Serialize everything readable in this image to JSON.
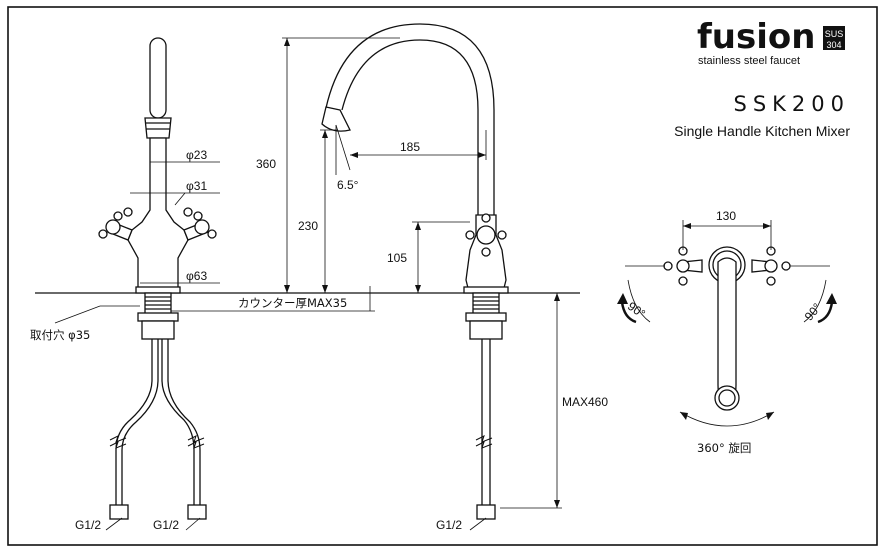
{
  "brand": {
    "name": "fusion",
    "badge_top": "SUS",
    "badge_bottom": "304",
    "tagline": "stainless steel faucet"
  },
  "model": {
    "code": "SSK200",
    "description": "Single Handle Kitchen Mixer"
  },
  "dimensions": {
    "spout_reach": "185",
    "total_height": "360",
    "spout_outlet_height": "230",
    "handle_height": "105",
    "spout_angle": "6.5°",
    "counter_thickness": "カウンター厚MAX35",
    "mounting_hole": "取付穴 φ35",
    "supply_length": "MAX460",
    "diameter_23": "φ23",
    "diameter_31": "φ31",
    "diameter_63": "φ63",
    "handle_span": "130",
    "handle_rotation_left": "90°",
    "handle_rotation_right": "90°",
    "spout_rotation": "360° 旋回",
    "thread_left": "G1/2",
    "thread_middle": "G1/2",
    "thread_right": "G1/2"
  },
  "colors": {
    "line": "#111111",
    "background": "#ffffff"
  }
}
